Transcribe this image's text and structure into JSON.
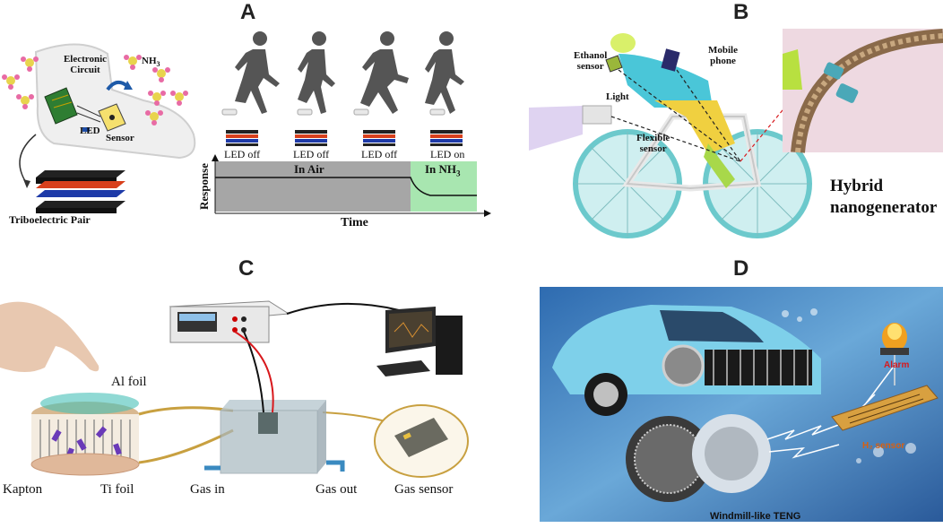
{
  "panels": {
    "A": {
      "label": "A",
      "annotations": {
        "electronic_circuit": "Electronic Circuit",
        "led": "LED",
        "sensor": "Sensor",
        "nh3_top": "NH",
        "nh3_top_sub": "3",
        "triboelectric_pair": "Triboelectric Pair",
        "led_states": [
          "LED off",
          "LED off",
          "LED off",
          "LED on"
        ],
        "response_axis": "Response",
        "time_axis": "Time",
        "in_air": "In Air",
        "in_nh3": "In NH",
        "in_nh3_sub": "3"
      }
    },
    "B": {
      "label": "B",
      "annotations": {
        "ethanol_sensor_1": "Ethanol",
        "ethanol_sensor_2": "sensor",
        "mobile_phone_1": "Mobile",
        "mobile_phone_2": "phone",
        "light": "Light",
        "flexible_sensor_1": "Flexible",
        "flexible_sensor_2": "sensor",
        "hybrid_1": "Hybrid",
        "hybrid_2": "nanogenerator"
      }
    },
    "C": {
      "label": "C",
      "annotations": {
        "al_foil": "Al foil",
        "kapton": "Kapton",
        "ti_foil": "Ti foil",
        "gas_in": "Gas in",
        "gas_out": "Gas out",
        "gas_sensor": "Gas sensor"
      }
    },
    "D": {
      "label": "D",
      "annotations": {
        "alarm": "Alarm",
        "h2_sensor": "H₂ sensor",
        "windmill_teng": "Windmill-like TENG"
      }
    }
  },
  "colors": {
    "air_region": "#a6a6a6",
    "nh3_region": "#a8e6b0",
    "red_wire": "#d8181c",
    "d_background": "#3f7fc0"
  }
}
